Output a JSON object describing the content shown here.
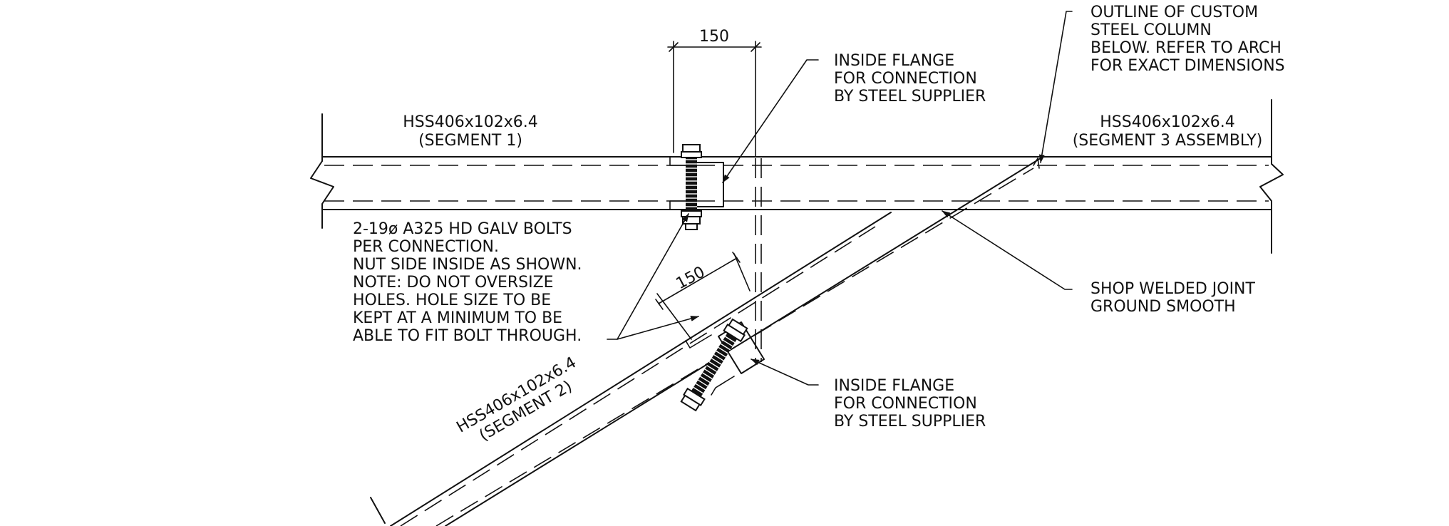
{
  "members": {
    "segment1": {
      "size": "HSS406x102x6.4",
      "name": "(SEGMENT 1)"
    },
    "segment2": {
      "size": "HSS406x102x6.4",
      "name": "(SEGMENT 2)"
    },
    "segment3": {
      "size": "HSS406x102x6.4",
      "name": "(SEGMENT 3 ASSEMBLY)"
    }
  },
  "dimensions": {
    "top": "150",
    "diagonal": "150"
  },
  "notes": {
    "column_outline": [
      "OUTLINE OF CUSTOM",
      "STEEL COLUMN",
      "BELOW. REFER TO ARCH",
      "FOR EXACT DIMENSIONS"
    ],
    "flange_top": [
      "INSIDE FLANGE",
      "FOR CONNECTION",
      "BY STEEL SUPPLIER"
    ],
    "flange_bottom": [
      "INSIDE FLANGE",
      "FOR CONNECTION",
      "BY STEEL SUPPLIER"
    ],
    "bolts": [
      "2-19ø A325 HD GALV BOLTS",
      "PER CONNECTION.",
      "NUT SIDE INSIDE AS SHOWN.",
      "NOTE: DO NOT OVERSIZE",
      "HOLES. HOLE SIZE TO BE",
      "KEPT AT A MINIMUM TO BE",
      "ABLE TO FIT BOLT THROUGH."
    ],
    "weld": [
      "SHOP WELDED JOINT",
      "GROUND SMOOTH"
    ]
  }
}
